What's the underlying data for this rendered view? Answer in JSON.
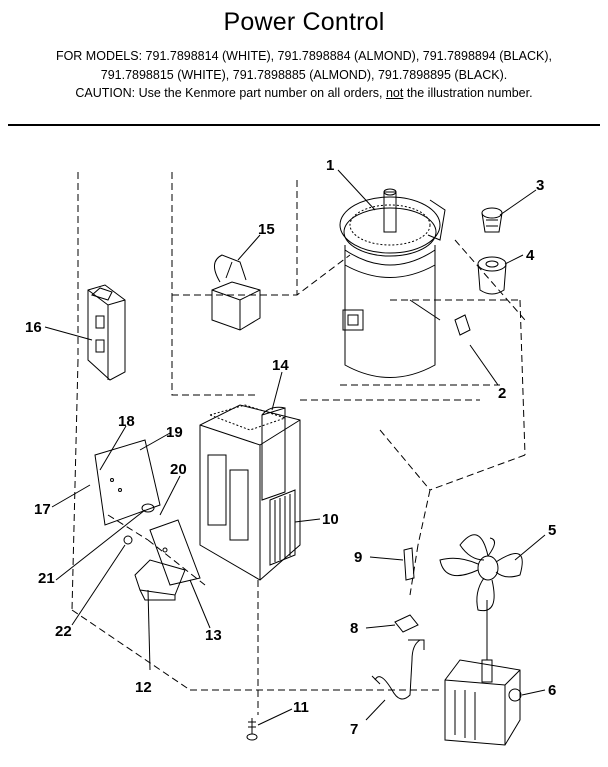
{
  "header": {
    "title": "Power Control",
    "models_line1": "FOR MODELS:  791.7898814 (WHITE), 791.7898884 (ALMOND), 791.7898894 (BLACK),",
    "models_line2": "791.7898815 (WHITE), 791.7898885 (ALMOND), 791.7898895 (BLACK).",
    "caution_prefix": "CAUTION:  Use the Kenmore part number on all orders, ",
    "caution_not": "not",
    "caution_suffix": " the illustration number."
  },
  "callouts": {
    "c1": "1",
    "c2": "2",
    "c3": "3",
    "c4": "4",
    "c5": "5",
    "c6": "6",
    "c7": "7",
    "c8": "8",
    "c9": "9",
    "c10": "10",
    "c11": "11",
    "c12": "12",
    "c13": "13",
    "c14": "14",
    "c15": "15",
    "c16": "16",
    "c17": "17",
    "c18": "18",
    "c19": "19",
    "c20": "20",
    "c21": "21",
    "c22": "22"
  }
}
